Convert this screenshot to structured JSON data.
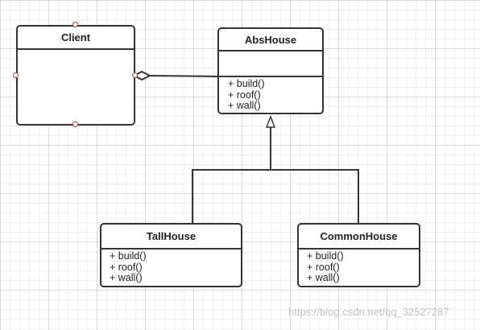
{
  "diagram": {
    "classes": {
      "client": {
        "name": "Client",
        "operations": []
      },
      "abs_house": {
        "name": "AbsHouse",
        "operations": [
          "+ build()",
          "+ roof()",
          "+ wall()"
        ]
      },
      "tall_house": {
        "name": "TallHouse",
        "operations": [
          "+ build()",
          "+ roof()",
          "+ wall()"
        ]
      },
      "common_house": {
        "name": "CommonHouse",
        "operations": [
          "+ build()",
          "+ roof()",
          "+ wall()"
        ]
      }
    },
    "relationships": [
      {
        "type": "aggregation",
        "from": "Client",
        "to": "AbsHouse"
      },
      {
        "type": "generalization",
        "from": "TallHouse",
        "to": "AbsHouse"
      },
      {
        "type": "generalization",
        "from": "CommonHouse",
        "to": "AbsHouse"
      }
    ]
  },
  "watermark": "https://blog.csdn.net/qq_32527287",
  "colors": {
    "line": "#333333",
    "handle": "#b04040",
    "watermark": "#c4c4c4"
  }
}
